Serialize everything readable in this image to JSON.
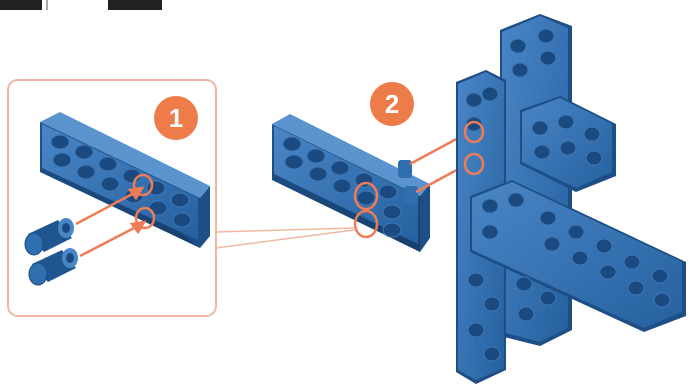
{
  "steps": [
    {
      "number": "1"
    },
    {
      "number": "2"
    }
  ],
  "colors": {
    "plate": "#2f6fb0",
    "plate_dark": "#1d4f86",
    "plate_light": "#5b93cf",
    "hole": "#1a4a80",
    "accent": "#ef7c55",
    "badge": "#ee7c4b",
    "inset_border": "#f2b7a3"
  },
  "parts": {
    "pins": 2,
    "holes_marked_step1": 2,
    "holes_marked_step2": 2
  }
}
